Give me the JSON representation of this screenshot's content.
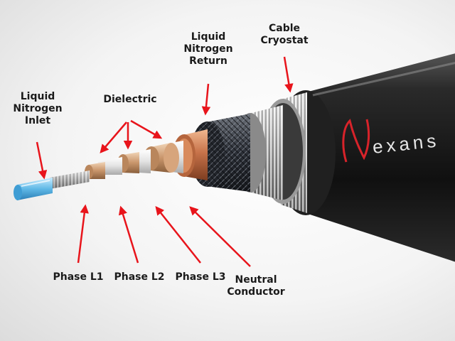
{
  "labels": {
    "liquid_nitrogen_inlet": [
      "Liquid",
      "Nitrogen",
      "Inlet"
    ],
    "dielectric": "Dielectric",
    "liquid_nitrogen_return": [
      "Liquid",
      "Nitrogen",
      "Return"
    ],
    "cable_cryostat": [
      "Cable",
      "Cryostat"
    ],
    "phase_l1": "Phase L1",
    "phase_l2": "Phase L2",
    "phase_l3": "Phase L3",
    "neutral_conductor": [
      "Neutral",
      "Conductor"
    ]
  },
  "brand": {
    "initial": "N",
    "rest": "exans"
  },
  "colors": {
    "arrow": "#e8141b",
    "jacket": "#1b1b1b",
    "copper": "#c8734a",
    "tape": "#d2a27c",
    "nitrogen": "#5fb8e6",
    "brand_initial": "#d8232a",
    "brand_text": "#e6e6e6"
  }
}
